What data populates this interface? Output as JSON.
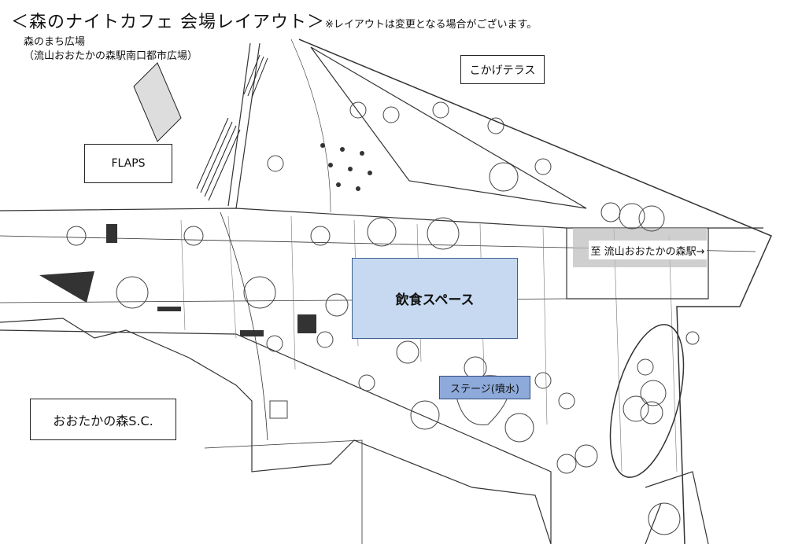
{
  "header": {
    "title": "＜森のナイトカフェ 会場レイアウト＞",
    "note": "※レイアウトは変更となる場合がございます。"
  },
  "place": {
    "name": "森のまち広場",
    "subname": "（流山おおたかの森駅南口都市広場）"
  },
  "labels": {
    "flaps": "FLAPS",
    "kokage": "こかげテラス",
    "food_space": "飲食スペース",
    "stage": "ステージ(噴水)",
    "sc": "おおたかの森S.C.",
    "station": "至 流山おおたかの森駅→"
  },
  "colors": {
    "food_space": "#c6d9f0",
    "stage": "#8eaadb"
  }
}
